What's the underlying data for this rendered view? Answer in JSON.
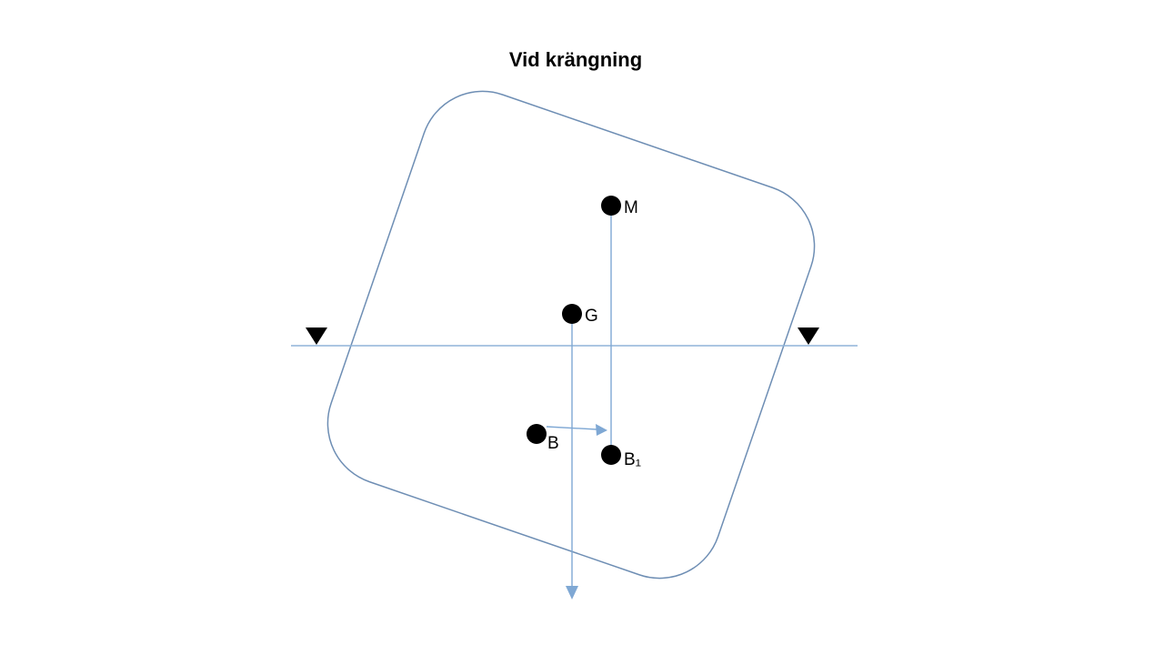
{
  "title": "Vid krängning",
  "labels": {
    "M": "M",
    "G": "G",
    "B": "B",
    "B1": "B₁"
  },
  "colors": {
    "hull_stroke": "#6e8eb4",
    "waterline": "#8fb4d9",
    "line": "#7fa8d4",
    "marker_fill": "#000000",
    "point_fill": "#000000",
    "text": "#000000"
  }
}
